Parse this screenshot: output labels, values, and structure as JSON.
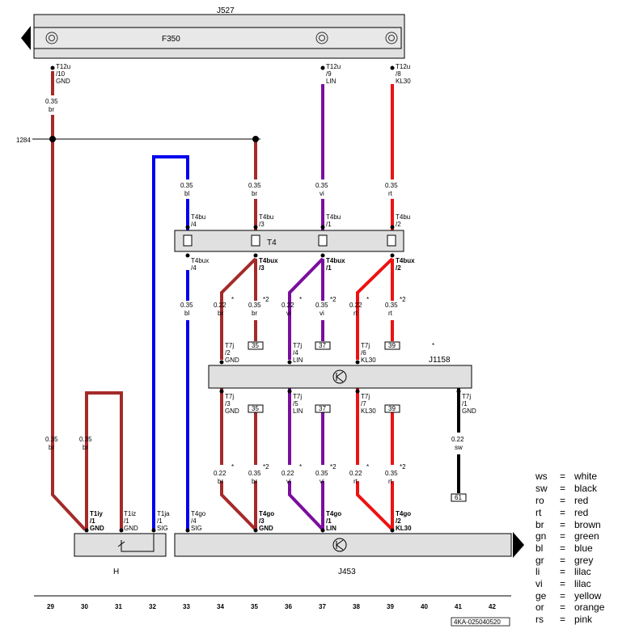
{
  "components": {
    "j527": "J527",
    "f350": "F350",
    "t4": "T4",
    "j1158": "J1158",
    "j453": "J453",
    "h": "H",
    "code": "4KA-025040520",
    "node": "1284"
  },
  "wires": [
    {
      "id": "a",
      "color": "#a52a2a",
      "size": "0.35",
      "code": "br"
    },
    {
      "id": "b",
      "color": "#0000ee",
      "size": "0.35",
      "code": "bl"
    },
    {
      "id": "c",
      "color": "#7a0e9e",
      "size": "0.35",
      "code": "vi"
    },
    {
      "id": "d",
      "color": "#ee1111",
      "size": "0.35",
      "code": "rt"
    },
    {
      "id": "e",
      "color": "#000000",
      "size": "0.22",
      "code": "sw"
    }
  ],
  "pins": {
    "t12u10": [
      "T12u",
      "/10",
      "GND"
    ],
    "t12u9": [
      "T12u",
      "/9",
      "LIN"
    ],
    "t12u8": [
      "T12u",
      "/8",
      "KL30"
    ],
    "t4bu4": [
      "T4bu",
      "/4"
    ],
    "t4bu3": [
      "T4bu",
      "/3"
    ],
    "t4bu1": [
      "T4bu",
      "/1"
    ],
    "t4bu2": [
      "T4bu",
      "/2"
    ],
    "t4bux4": [
      "T4bux",
      "/4"
    ],
    "t4bux3": [
      "T4bux",
      "/3"
    ],
    "t4bux1": [
      "T4bux",
      "/1"
    ],
    "t4bux2": [
      "T4bux",
      "/2"
    ],
    "t7j2": [
      "T7j",
      "/2",
      "GND"
    ],
    "t7j4": [
      "T7j",
      "/4",
      "LIN"
    ],
    "t7j6": [
      "T7j",
      "/6",
      "KL30"
    ],
    "t7j3": [
      "T7j",
      "/3",
      "GND"
    ],
    "t7j5": [
      "T7j",
      "/5",
      "LIN"
    ],
    "t7j7": [
      "T7j",
      "/7",
      "KL30"
    ],
    "t7j1": [
      "T7j",
      "/1",
      "GND"
    ],
    "t1iy": [
      "T1iy",
      "/1",
      "GND"
    ],
    "t1iz": [
      "T1iz",
      "/1",
      "GND"
    ],
    "t1ja": [
      "T1ja",
      "/1",
      "SIG"
    ],
    "t4go4": [
      "T4go",
      "/4",
      "SIG"
    ],
    "t4go3": [
      "T4go",
      "/3",
      "GND"
    ],
    "t4go1": [
      "T4go",
      "/1",
      "LIN"
    ],
    "t4go2": [
      "T4go",
      "/2",
      "KL30"
    ]
  },
  "refs": {
    "r35": "35",
    "r37": "37",
    "r39": "39",
    "r61": "61"
  },
  "marks": {
    "star": "*",
    "star2": "*2",
    "s022": "0.22",
    "s035": "0.35"
  },
  "columns": [
    "29",
    "30",
    "31",
    "32",
    "33",
    "34",
    "35",
    "36",
    "37",
    "38",
    "39",
    "40",
    "41",
    "42"
  ],
  "legend": [
    {
      "code": "ws",
      "eq": "=",
      "name": "white"
    },
    {
      "code": "sw",
      "eq": "=",
      "name": "black"
    },
    {
      "code": "ro",
      "eq": "=",
      "name": "red"
    },
    {
      "code": "rt",
      "eq": "=",
      "name": "red"
    },
    {
      "code": "br",
      "eq": "=",
      "name": "brown"
    },
    {
      "code": "gn",
      "eq": "=",
      "name": "green"
    },
    {
      "code": "bl",
      "eq": "=",
      "name": "blue"
    },
    {
      "code": "gr",
      "eq": "=",
      "name": "grey"
    },
    {
      "code": "li",
      "eq": "=",
      "name": "lilac"
    },
    {
      "code": "vi",
      "eq": "=",
      "name": "lilac"
    },
    {
      "code": "ge",
      "eq": "=",
      "name": "yellow"
    },
    {
      "code": "or",
      "eq": "=",
      "name": "orange"
    },
    {
      "code": "rs",
      "eq": "=",
      "name": "pink"
    }
  ]
}
